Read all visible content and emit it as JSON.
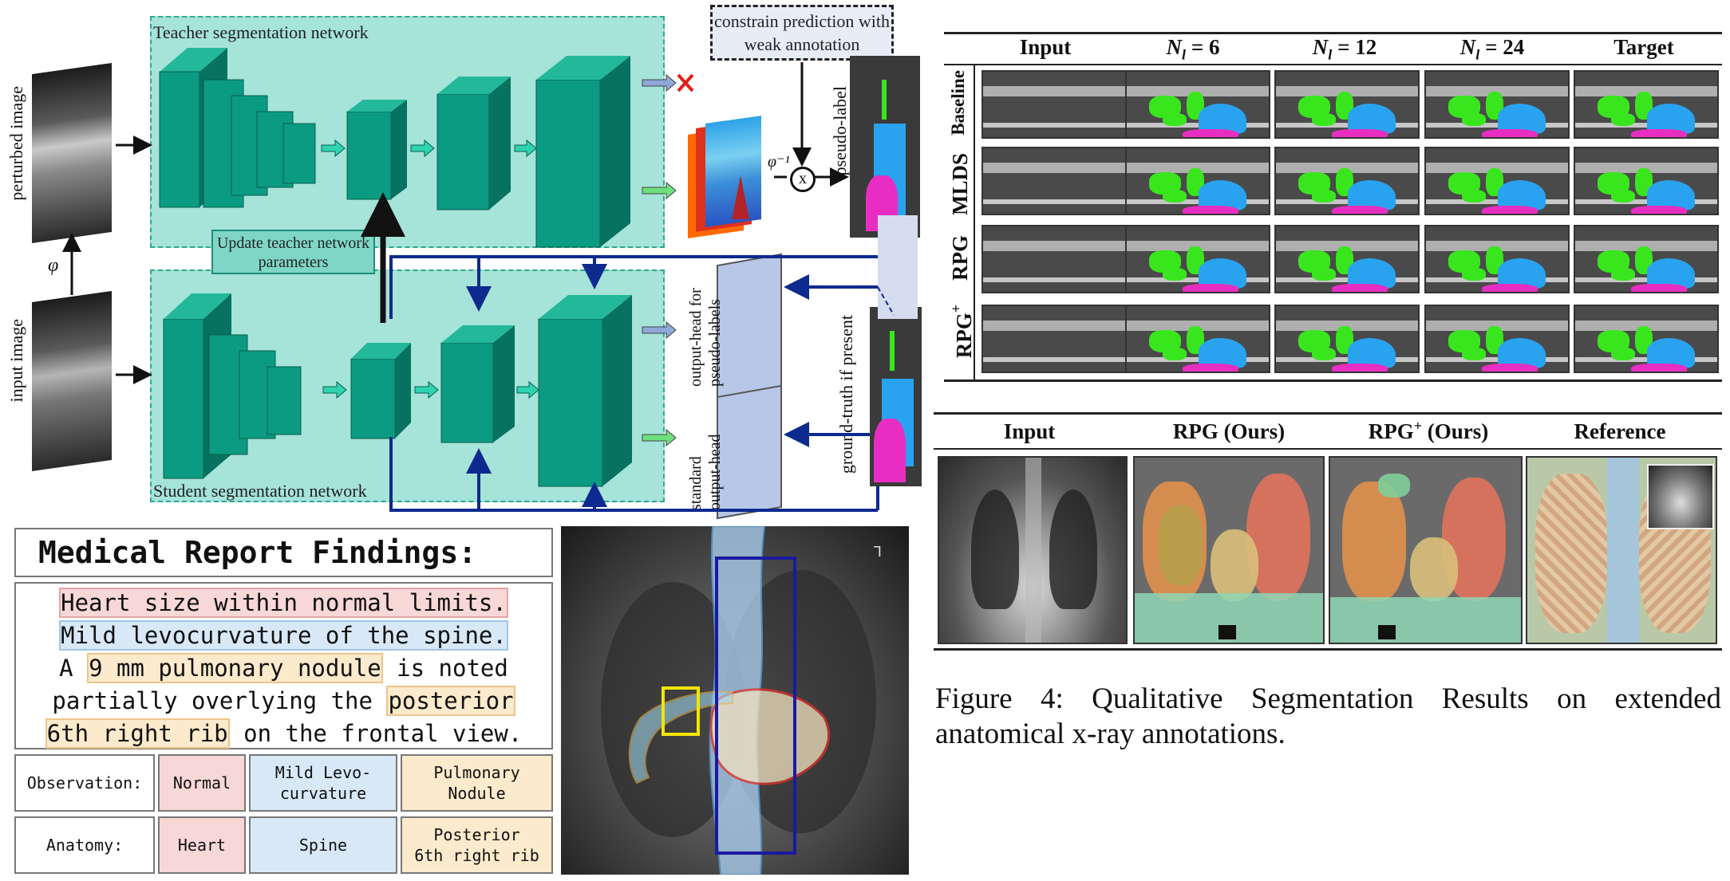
{
  "diagram": {
    "teacher_label": "Teacher segmentation network",
    "student_label": "Student segmentation network",
    "constrain_label": "constrain prediction with weak annotation",
    "update_label": "Update teacher network parameters",
    "perturbed_label": "perturbed image",
    "input_label": "input image",
    "phi_label": "φ",
    "phi_inv_label": "φ⁻¹",
    "multiply_label": "x",
    "pseudo_label": "pseudo-label",
    "ground_truth_label": "ground-truth if present",
    "head_pseudo": "output-head for pseudo-labels",
    "head_standard": "standard output-head"
  },
  "report": {
    "title": "Medical Report Findings:",
    "lines": {
      "heart": "Heart size within normal limits.",
      "spine": "Mild levocurvature of the spine.",
      "l3_pre": "A ",
      "nodule": "9 mm pulmonary nodule",
      "l3_post": " is noted",
      "l4_pre": "partially overlying the ",
      "rib_a": "posterior",
      "rib_b": "6th right rib",
      "l5_post": " on the frontal view."
    },
    "table": {
      "observation_header": "Observation:",
      "anatomy_header": "Anatomy:",
      "obs_normal": "Normal",
      "obs_spine_1": "Mild Levo-",
      "obs_spine_2": "curvature",
      "obs_nodule_1": "Pulmonary",
      "obs_nodule_2": "Nodule",
      "ana_heart": "Heart",
      "ana_spine": "Spine",
      "ana_rib_1": "Posterior",
      "ana_rib_2": "6th right rib"
    }
  },
  "oct_grid": {
    "columns": [
      "Input",
      "N_l = 6",
      "N_l = 12",
      "N_l = 24",
      "Target"
    ],
    "col_symbol": "N",
    "col_sub": "l",
    "col_values": [
      "= 6",
      "= 12",
      "= 24"
    ],
    "rows": [
      "Baseline",
      "MLDS",
      "RPG",
      "RPG"
    ],
    "rpg_plus_sup": "+"
  },
  "xray_grid": {
    "input": "Input",
    "rpg": "RPG (Ours)",
    "rpg_plus_base": "RPG",
    "rpg_plus_sup": "+",
    "rpg_plus_suffix": " (Ours)",
    "reference": "Reference"
  },
  "caption": {
    "text": "Figure 4: Qualitative Segmentation Results on extended anatomical x-ray annotations."
  },
  "colors": {
    "teal_box": "#a6e3d9",
    "teal_block": "#0b9b82",
    "navy_arrow": "#0d2a8f",
    "fluid_blue": "#29a3f0",
    "fluid_green": "#39e61e",
    "fluid_magenta": "#e82ec2"
  }
}
